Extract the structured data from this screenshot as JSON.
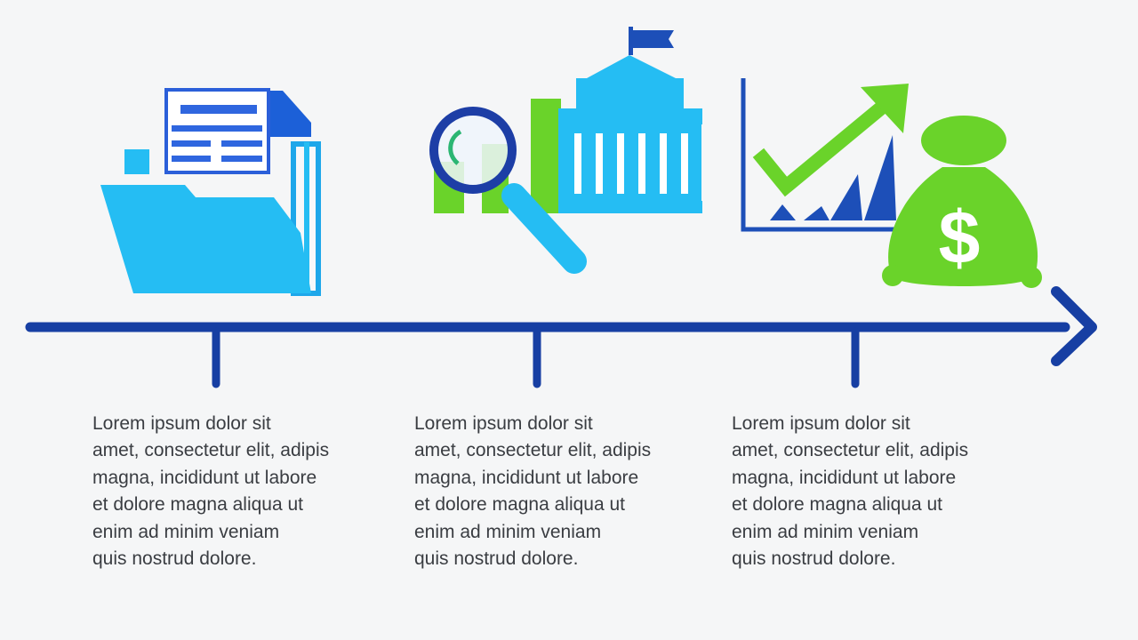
{
  "colors": {
    "background": "#f5f6f7",
    "timeline": "#173fa3",
    "light_blue": "#25bdf3",
    "green": "#6ad32a",
    "navy": "#1d4fb8",
    "text": "#3a3d42"
  },
  "icons": [
    "folder-document-icon",
    "magnifier-building-icon",
    "growth-chart-money-bag-icon"
  ],
  "timeline": {
    "direction": "left-to-right",
    "arrowhead": "chevron-right",
    "ticks": 3
  },
  "milestones": [
    {
      "icon": "folder-document-icon",
      "lines": [
        "Lorem ipsum dolor sit",
        "amet, consectetur elit, adipis",
        "magna, incididunt ut labore",
        "et dolore magna aliqua ut",
        "enim ad minim veniam",
        "quis nostrud dolore."
      ]
    },
    {
      "icon": "magnifier-building-icon",
      "lines": [
        "Lorem ipsum dolor sit",
        "amet, consectetur elit, adipis",
        "magna, incididunt ut labore",
        "et dolore magna aliqua ut",
        "enim ad minim veniam",
        "quis nostrud dolore."
      ]
    },
    {
      "icon": "growth-chart-money-bag-icon",
      "lines": [
        "Lorem ipsum dolor sit",
        "amet, consectetur elit, adipis",
        "magna, incididunt ut labore",
        "et dolore magna aliqua ut",
        "enim ad minim veniam",
        "quis nostrud dolore."
      ]
    }
  ],
  "money_symbol": "$"
}
